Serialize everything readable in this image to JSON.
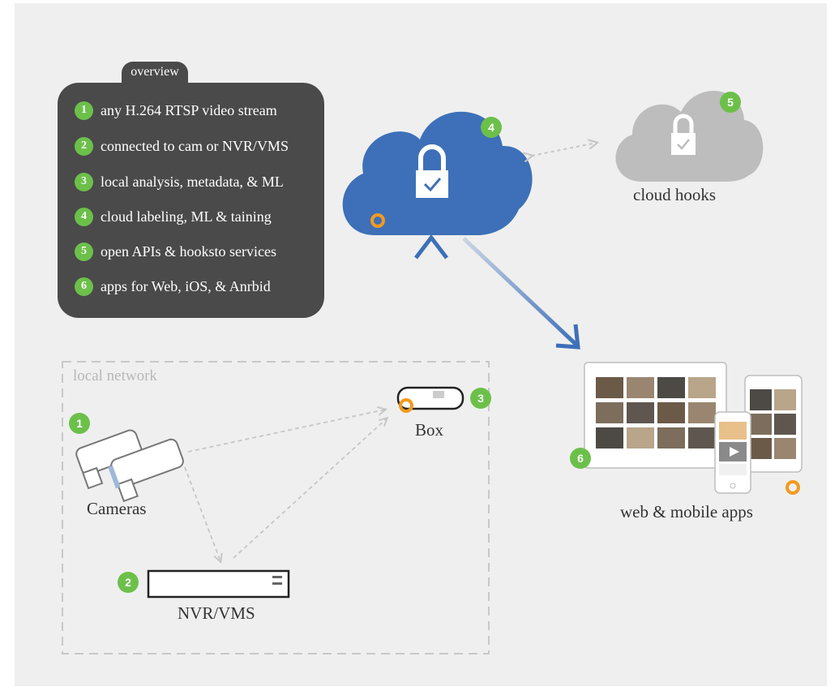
{
  "overview": {
    "title": "overview",
    "items": [
      {
        "num": "1",
        "text": "any H.264 RTSP video stream"
      },
      {
        "num": "2",
        "text": "connected to cam or NVR/VMS"
      },
      {
        "num": "3",
        "text": "local analysis, metadata, & ML"
      },
      {
        "num": "4",
        "text": "cloud labeling, ML & taining"
      },
      {
        "num": "5",
        "text": "open APIs & hooksto services"
      },
      {
        "num": "6",
        "text": "apps  for Web, iOS, & Anrbid"
      }
    ]
  },
  "nodes": {
    "cloud_main": {
      "badge": "4"
    },
    "cloud_hooks": {
      "badge": "5",
      "label": "cloud hooks"
    },
    "box": {
      "badge": "3",
      "label": "Box"
    },
    "cameras": {
      "badge": "1",
      "label": "Cameras"
    },
    "nvr": {
      "badge": "2",
      "label": "NVR/VMS"
    },
    "apps": {
      "badge": "6",
      "label": "web & mobile apps"
    }
  },
  "local_network": {
    "label": "local network"
  },
  "colors": {
    "panel_bg": "#efefef",
    "overview_bg": "#4a4a4a",
    "badge_green": "#6cc04a",
    "cloud_blue": "#3d70b8",
    "cloud_gray": "#bdbdbd",
    "arrow_blue": "#3d6fb8",
    "ring_orange": "#f29a1f"
  }
}
